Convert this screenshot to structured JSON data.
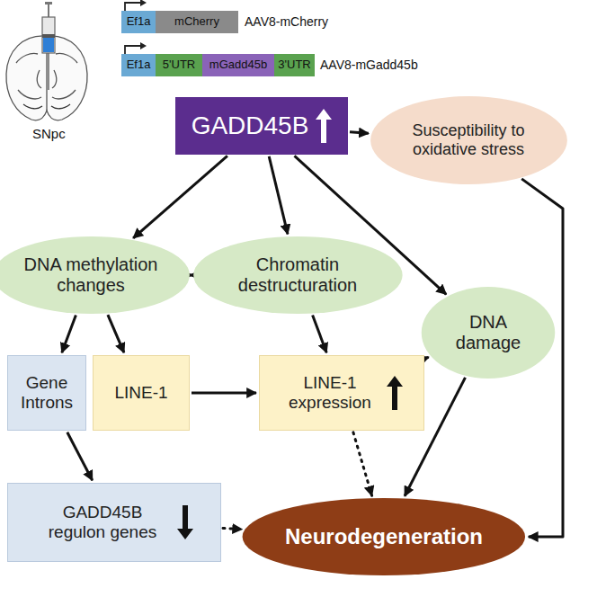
{
  "diagram": {
    "nodes": [
      {
        "text": [
          "Ef1a"
        ]
      },
      {
        "text": [
          "mCherry"
        ]
      },
      {
        "text": [
          "Ef1a"
        ]
      },
      {
        "text": [
          "5'UTR"
        ]
      },
      {
        "text": [
          "mGadd45b"
        ]
      },
      {
        "text": [
          "3'UTR"
        ]
      },
      {
        "text": [
          "GADD45B"
        ]
      },
      {
        "text": [
          "Susceptibility to oxidative stress"
        ]
      },
      {
        "text": [
          "DNA methylation changes"
        ]
      },
      {
        "text": [
          "Chromatin destructuration"
        ]
      },
      {
        "text": [
          "DNA damage"
        ]
      },
      {
        "text": [
          "Gene Introns"
        ]
      },
      {
        "text": [
          "LINE-1"
        ]
      },
      {
        "text": [
          "LINE-1 expression"
        ]
      },
      {
        "text": [
          "GADD45B regulon genes"
        ]
      },
      {
        "text": [
          "Neurodegeneration"
        ]
      }
    ],
    "edges": [
      {
        "from": 6,
        "to": 7,
        "arrow": "to"
      },
      {
        "from": 6,
        "to": 8,
        "arrow": "to"
      },
      {
        "from": 6,
        "to": 9,
        "arrow": "to"
      },
      {
        "from": 6,
        "to": 10,
        "arrow": "to"
      },
      {
        "from": 7,
        "to": 15,
        "arrow": "to"
      },
      {
        "from": 8,
        "to": 9,
        "arrow": "both"
      },
      {
        "from": 8,
        "to": 11,
        "arrow": "to"
      },
      {
        "from": 8,
        "to": 12,
        "arrow": "to"
      },
      {
        "from": 9,
        "to": 13,
        "arrow": "to"
      },
      {
        "from": 12,
        "to": 13,
        "arrow": "to"
      },
      {
        "from": 13,
        "to": 10,
        "arrow": "to"
      },
      {
        "from": 13,
        "to": 15,
        "arrow": "to"
      },
      {
        "from": 10,
        "to": 15,
        "arrow": "to"
      },
      {
        "from": 11,
        "to": 14,
        "arrow": "to"
      },
      {
        "from": 14,
        "to": 15,
        "arrow": "to"
      }
    ],
    "labels": [
      "SNpc",
      "AAV8-mCherry",
      "AAV8-mGadd45b"
    ]
  }
}
